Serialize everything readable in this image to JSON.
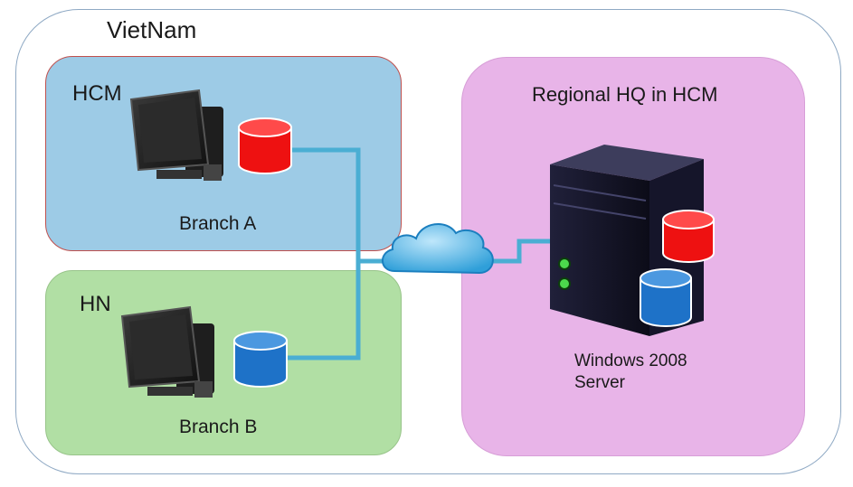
{
  "country": {
    "label": "VietNam"
  },
  "regions": {
    "hcm": {
      "title": "HCM",
      "branch": "Branch A",
      "db_color": "#ee1111"
    },
    "hn": {
      "title": "HN",
      "branch": "Branch B",
      "db_color": "#1e72c8"
    },
    "hq": {
      "title": "Regional HQ in HCM",
      "server_line1": "Windows 2008",
      "server_line2": "Server"
    }
  },
  "colors": {
    "connection": "#4aaed3",
    "cloud": "#5bb6e6",
    "hcm_bg": "#9dcbe6",
    "hn_bg": "#b1dfa4",
    "hq_bg": "#e8b4e8"
  },
  "icons": [
    "pos-terminal-icon",
    "database-icon",
    "cloud-icon",
    "server-tower-icon"
  ]
}
